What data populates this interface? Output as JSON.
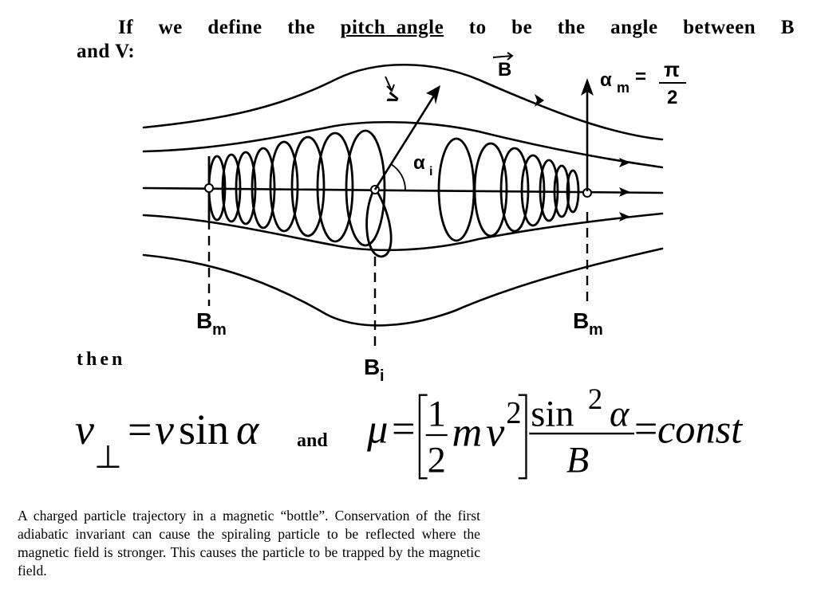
{
  "intro": {
    "words_before": [
      "If",
      "we",
      "define",
      "the"
    ],
    "pitch_word": "pitch",
    "angle_word": "angle",
    "words_after": [
      "to",
      "be",
      "the",
      "angle",
      "between",
      "B"
    ],
    "line2": "and  V:"
  },
  "figure": {
    "b_vector": "B",
    "v_vector": "v",
    "alpha_i": "α",
    "alpha_i_sub": "i",
    "alpha_m": "α",
    "alpha_m_sub": "m",
    "alpha_m_eq": "=",
    "pi": "π",
    "two": "2",
    "bm_left": "B",
    "bm_left_sub": "m",
    "bm_right": "B",
    "bm_right_sub": "m",
    "bi": "B",
    "bi_sub": "i"
  },
  "then_label": "then",
  "eq1": {
    "v": "v",
    "perp": "⊥",
    "eq": "=",
    "v2": "v",
    "sin": "sin",
    "alpha": "α"
  },
  "and_label": "and",
  "eq2": {
    "mu": "μ",
    "eq": "=",
    "one": "1",
    "two": "2",
    "m": "m",
    "v": "v",
    "exp": "2",
    "sin": "sin",
    "sin_exp": "2",
    "alpha": "α",
    "B": "B",
    "eq2": "=",
    "const": "const"
  },
  "caption": "A charged particle trajectory in a magnetic “bottle”. Conservation of the first adiabatic invariant can cause the spiraling particle to be reflected where the magnetic field is stronger. This causes the particle to be trapped by the magnetic field."
}
